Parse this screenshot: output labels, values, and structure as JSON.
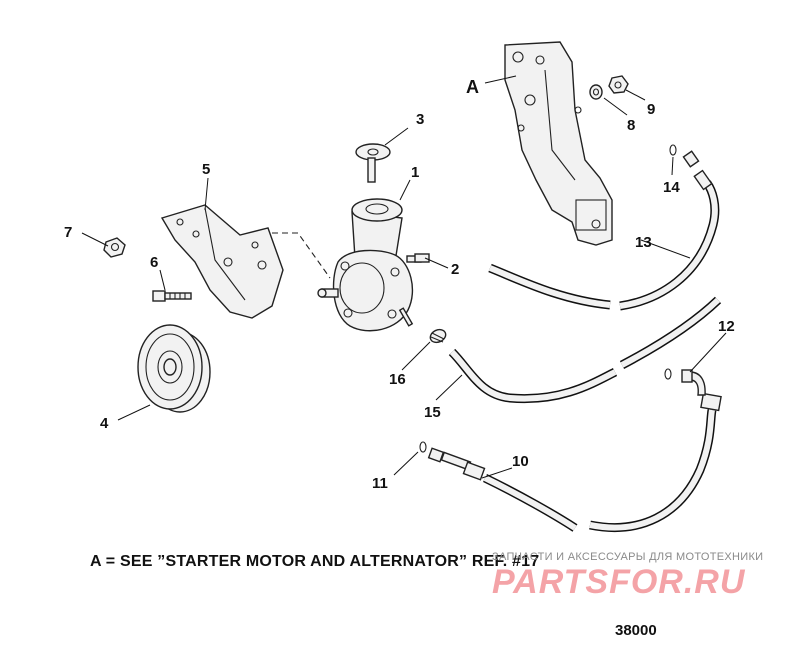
{
  "callouts": {
    "c1": "1",
    "c2": "2",
    "c3": "3",
    "c4": "4",
    "c5": "5",
    "c6": "6",
    "c7": "7",
    "c8": "8",
    "c9": "9",
    "c10": "10",
    "c11": "11",
    "c12": "12",
    "c13": "13",
    "c14": "14",
    "c15": "15",
    "c16": "16",
    "cA": "A"
  },
  "reference_note": "A = SEE ”STARTER MOTOR AND ALTERNATOR” REF. #17",
  "watermark": {
    "subtitle": "ЗАПЧАСТИ И АКСЕССУАРЫ ДЛЯ МОТОТЕХНИКИ",
    "logo": "PARTSFOR.RU"
  },
  "figure_number": "38000"
}
